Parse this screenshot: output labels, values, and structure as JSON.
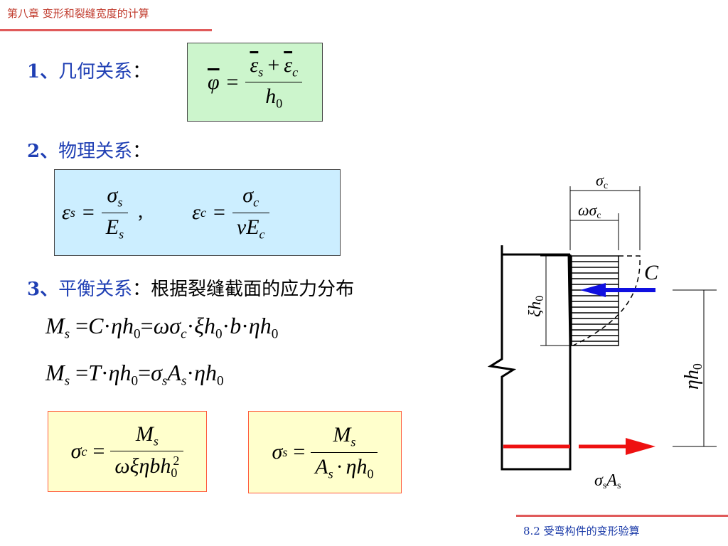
{
  "header": {
    "title": "第八章  变形和裂缝宽度的计算"
  },
  "footer": {
    "section": "8.2  受弯构件的变形验算"
  },
  "sections": [
    {
      "num": "1、",
      "label": "几何关系",
      "colon": "："
    },
    {
      "num": "2、",
      "label": "物理关系",
      "colon": "："
    },
    {
      "num": "3、",
      "label": "平衡关系",
      "colon": "：",
      "text": "根据裂缝截面的应力分布"
    }
  ],
  "symbols": {
    "phi": "φ",
    "eps": "ε",
    "sigma": "σ",
    "omega": "ω",
    "xi": "ξ",
    "eta": "η",
    "nu": "ν",
    "s": "s",
    "c": "c",
    "h": "h",
    "zero": "0",
    "two": "2",
    "E": "E",
    "M": "M",
    "A": "A",
    "C": "C",
    "T": "T",
    "b": "b",
    "eq": "=",
    "plus": "+",
    "dot": "·",
    "comma": "，"
  },
  "diagram": {
    "sigma_c": "σ",
    "sub_c": "c",
    "omega_sigma_c": "ωσ",
    "force_c": "C",
    "xi_h0": "ξh",
    "eta_h0": "ηh",
    "sub_0": "0",
    "sigma_s": "σ",
    "A": "A",
    "sub_s": "s"
  },
  "colors": {
    "header": "#c0392b",
    "section": "#1f3fb4",
    "box_green": "#ccf5cc",
    "box_blue": "#cceeff",
    "box_yellow": "#ffffcc",
    "box_yellow_border": "#ff5a3c",
    "arrow_blue": "#1010e0",
    "arrow_red": "#ee1111"
  }
}
